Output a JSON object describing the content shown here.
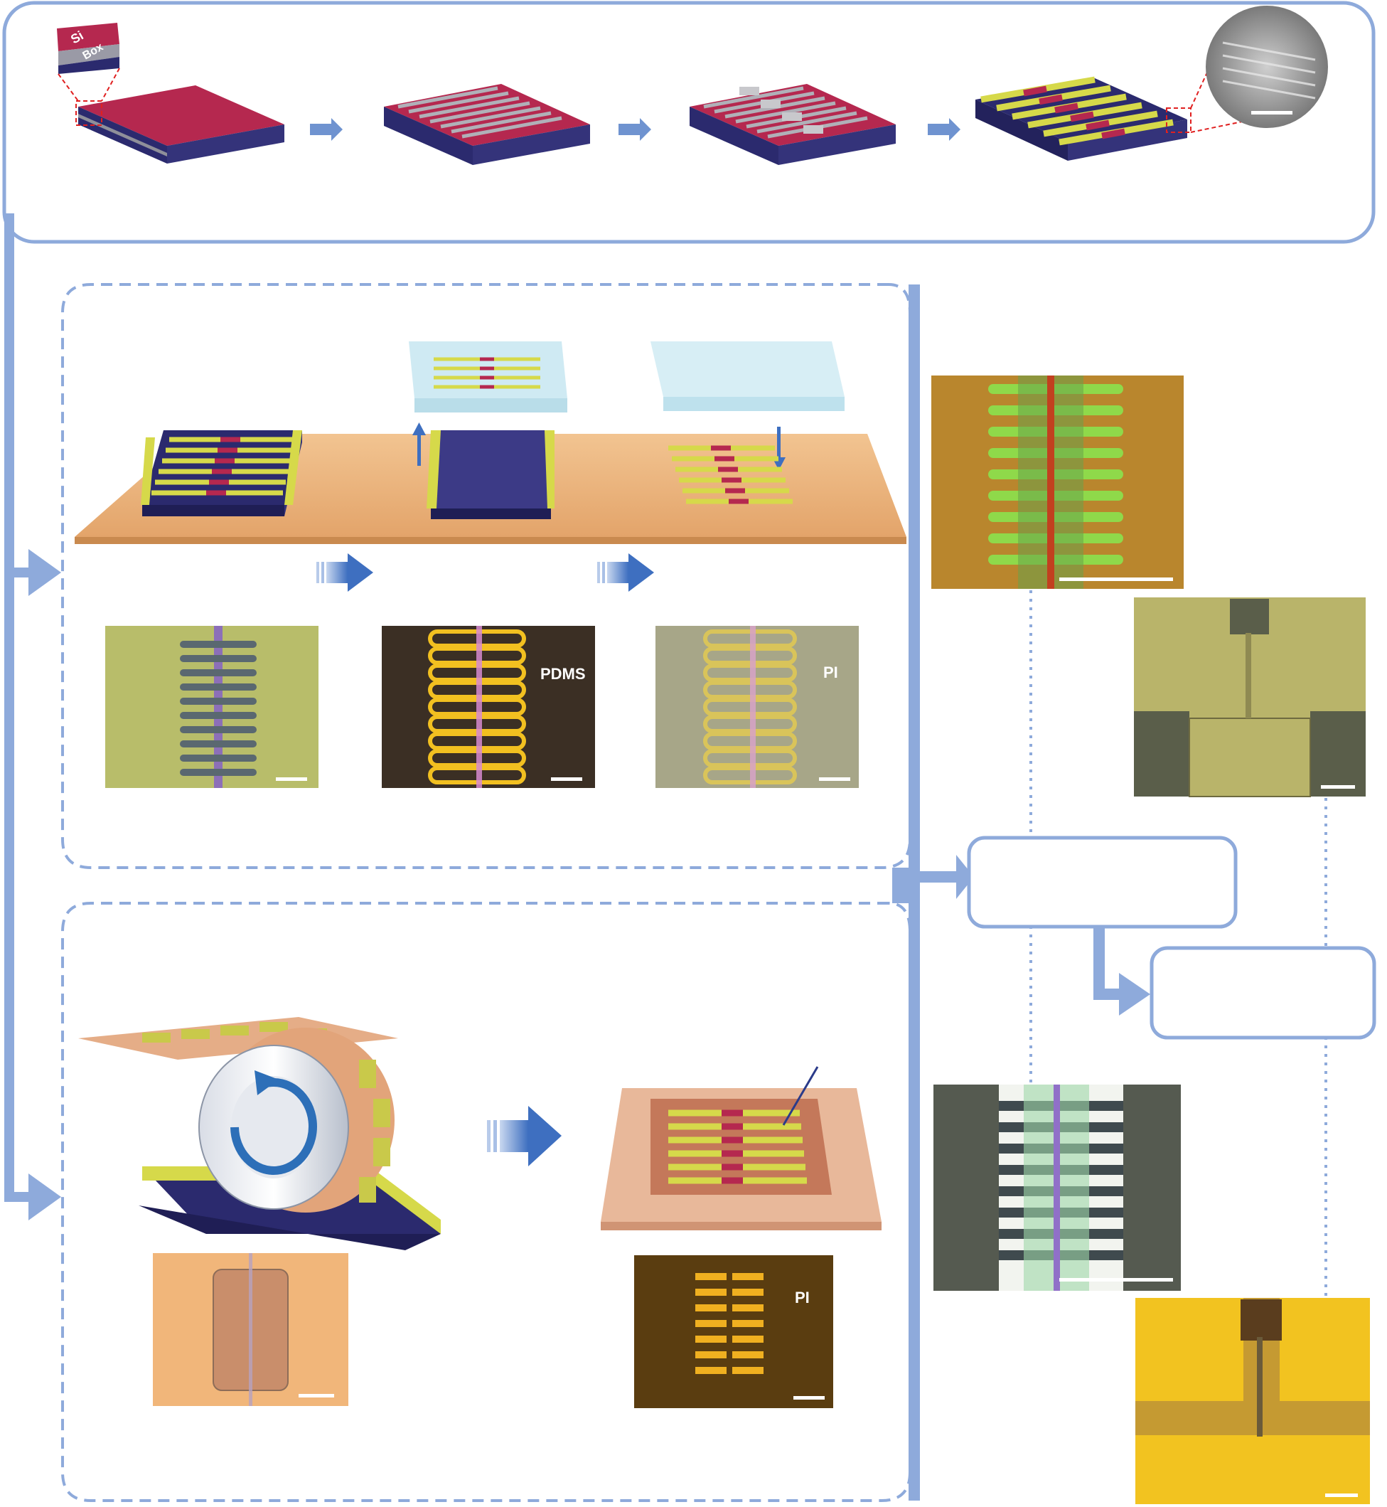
{
  "labels": {
    "si": "Si",
    "box": "Box",
    "pdms": "PDMS",
    "pi_transfer": "PI",
    "pi_roll": "PI"
  },
  "colors": {
    "frame_blue": "#8eaadb",
    "arrow_blue": "#3e6fc0",
    "silicon_red": "#b5284f",
    "substrate_navy": "#2b2a6e",
    "gold_electrode": "#d6d94a",
    "pi_film": "#e8a56e"
  }
}
